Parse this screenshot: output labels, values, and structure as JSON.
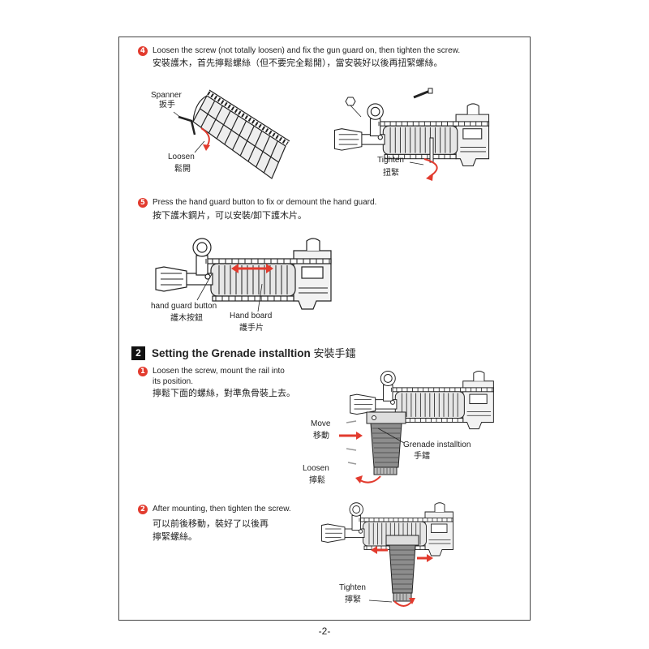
{
  "colors": {
    "accent": "#e23b2e",
    "ink": "#222222",
    "section_badge": "#111111"
  },
  "page_number": "-2-",
  "step4": {
    "number": "4",
    "text_en": "Loosen the screw (not totally loosen) and fix the gun guard on,  then tighten the screw.",
    "text_zh": "安裝護木，首先擰鬆螺絲（但不要完全鬆開），當安裝好以後再扭緊螺絲。"
  },
  "figure_handguard": {
    "spanner_en": "Spanner",
    "spanner_zh": "扳手",
    "loosen_en": "Loosen",
    "loosen_zh": "鬆開"
  },
  "figure_tighten": {
    "tighten_en": "Tighten",
    "tighten_zh": "扭緊"
  },
  "step5": {
    "number": "5",
    "text_en": "Press the hand guard button to fix or demount the hand guard.",
    "text_zh": "按下護木鋼片，可以安裝/卸下護木片。"
  },
  "figure_button": {
    "button_en": "hand guard button",
    "button_zh": "護木按鈕",
    "board_en": "Hand board",
    "board_zh": "護手片"
  },
  "section2": {
    "number": "2",
    "title_en": "Setting the Grenade installtion",
    "title_zh": "安裝手鐳"
  },
  "section2_step1": {
    "number": "1",
    "text_en_line1": "Loosen the screw, mount the rail into",
    "text_en_line2": "its position.",
    "text_zh": "擰鬆下面的螺絲，對準魚骨裝上去。"
  },
  "figure_mount": {
    "move_en": "Move",
    "move_zh": "移動",
    "grenade_en": "Grenade installtion",
    "grenade_zh": "手鐳",
    "loosen_en": "Loosen",
    "loosen_zh": "擰鬆"
  },
  "section2_step2": {
    "number": "2",
    "text_en": "After mounting, then tighten the screw.",
    "text_zh_line1": "可以前後移動，裝好了以後再",
    "text_zh_line2": "擰緊螺絲。"
  },
  "figure_tighten_grip": {
    "tighten_en": "Tighten",
    "tighten_zh": "擰緊"
  }
}
